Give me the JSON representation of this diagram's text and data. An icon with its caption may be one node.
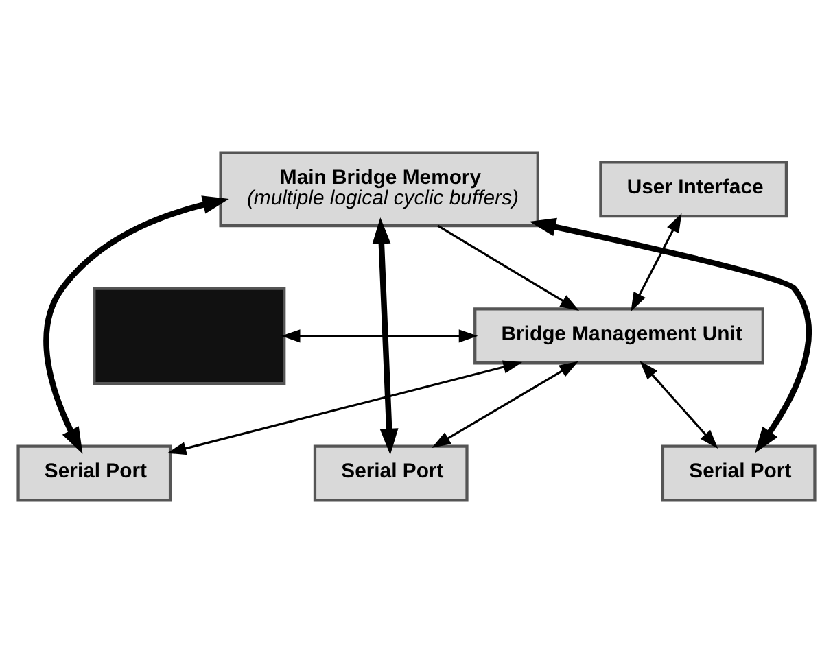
{
  "diagram": {
    "nodes": [
      {
        "text": [
          "User Interface"
        ]
      },
      {
        "text": [],
        "shape": "box"
      },
      {
        "text": [
          "Main Bridge Memory",
          "(multiple logical cyclic buffers)"
        ]
      },
      {
        "text": [
          "Bridge Management Unit"
        ]
      },
      {
        "text": [
          "Serial Port"
        ]
      },
      {
        "text": [
          "Serial Port"
        ]
      },
      {
        "text": [
          "Serial Port"
        ]
      }
    ],
    "edges": [
      {
        "from": 0,
        "to": 3,
        "arrow": "both"
      },
      {
        "from": 1,
        "to": 3,
        "arrow": "both"
      },
      {
        "from": 2,
        "to": 3,
        "arrow": "to"
      },
      {
        "from": 2,
        "to": 4,
        "arrow": "both",
        "style": "thick"
      },
      {
        "from": 2,
        "to": 5,
        "arrow": "both",
        "style": "thick"
      },
      {
        "from": 2,
        "to": 6,
        "arrow": "both",
        "style": "thick"
      },
      {
        "from": 3,
        "to": 4,
        "arrow": "both"
      },
      {
        "from": 3,
        "to": 5,
        "arrow": "both"
      },
      {
        "from": 3,
        "to": 6,
        "arrow": "both"
      }
    ]
  }
}
